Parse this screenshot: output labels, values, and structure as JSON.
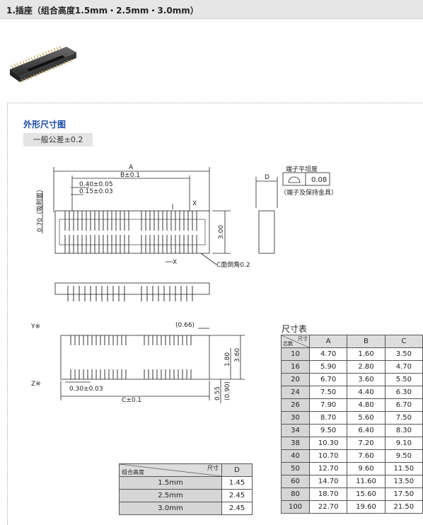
{
  "header": {
    "title": "1.插座（组合高度1.5mm・2.5mm・3.0mm）"
  },
  "section": {
    "title": "外形尺寸图",
    "tolerance": "一般公差±0.2"
  },
  "drawing": {
    "labels": {
      "a": "A",
      "b_tol": "B±0.1",
      "pitch_tol": "0.40±0.05",
      "lead_w": "0.15±0.03",
      "height_side": "0.70（吸附面）",
      "x_top": "X",
      "x_bot": "X",
      "h300": "3.00",
      "chamfer": "C面倒角0.2",
      "d": "D",
      "flatness_title": "端子平坦度",
      "flatness_val": "0.08",
      "flatness_note": "（端子及保持金具）",
      "y_mark": "Y※",
      "z_mark": "Z※",
      "d066": "(0.66)",
      "d180": "1.80",
      "d360": "3.60",
      "d055": "0.55",
      "d090": "(0.90)",
      "d030": "0.30±0.03",
      "c_tol": "C±0.1"
    }
  },
  "dims_table": {
    "title": "尺寸表",
    "corner_top": "尺寸",
    "corner_bottom": "芯数",
    "headers": [
      "A",
      "B",
      "C"
    ],
    "rows": [
      [
        "10",
        "4.70",
        "1.60",
        "3.50"
      ],
      [
        "16",
        "5.90",
        "2.80",
        "4.70"
      ],
      [
        "20",
        "6.70",
        "3.60",
        "5.50"
      ],
      [
        "24",
        "7.50",
        "4.40",
        "6.30"
      ],
      [
        "26",
        "7.90",
        "4.80",
        "6.70"
      ],
      [
        "30",
        "8.70",
        "5.60",
        "7.50"
      ],
      [
        "34",
        "9.50",
        "6.40",
        "8.30"
      ],
      [
        "38",
        "10.30",
        "7.20",
        "9.10"
      ],
      [
        "40",
        "10.70",
        "7.60",
        "9.50"
      ],
      [
        "50",
        "12.70",
        "9.60",
        "11.50"
      ],
      [
        "60",
        "14.70",
        "11.60",
        "13.50"
      ],
      [
        "80",
        "18.70",
        "15.60",
        "17.50"
      ],
      [
        "100",
        "22.70",
        "19.60",
        "21.50"
      ]
    ]
  },
  "d_table": {
    "corner_top": "尺寸",
    "corner_bottom": "组合高度",
    "header": "D",
    "rows": [
      [
        "1.5mm",
        "1.45"
      ],
      [
        "2.5mm",
        "2.45"
      ],
      [
        "3.0mm",
        "2.45"
      ]
    ]
  }
}
